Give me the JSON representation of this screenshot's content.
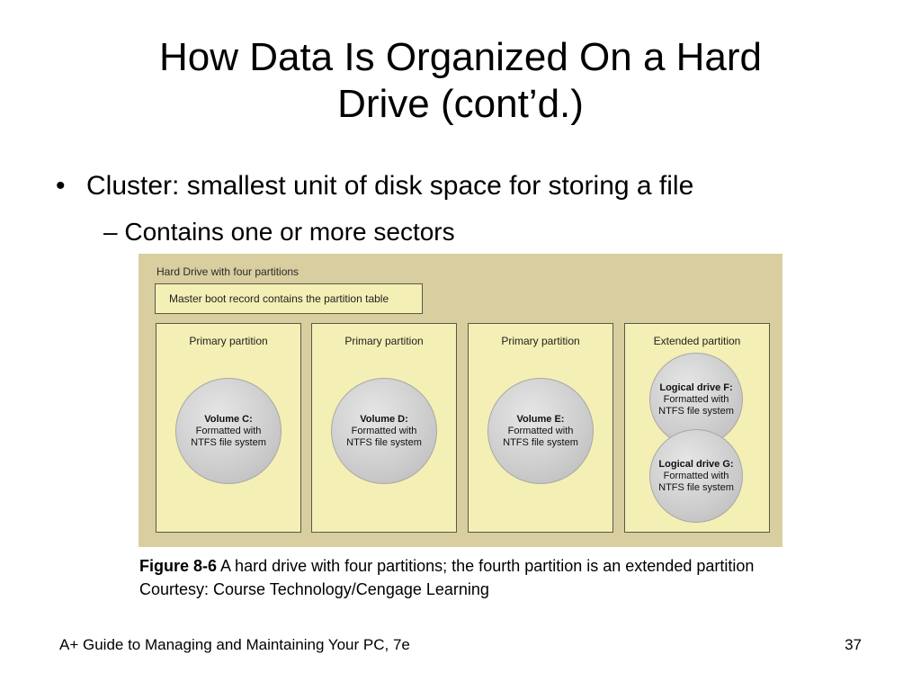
{
  "slide": {
    "title_line1": "How Data Is Organized On a Hard",
    "title_line2": "Drive (cont’d.)",
    "bullet_marker": "•",
    "bullet": "Cluster: smallest unit of disk space for storing a file",
    "sub_bullet": "– Contains one or more sectors"
  },
  "figure": {
    "title": "Hard Drive with four partitions",
    "mbr": "Master boot record contains the partition table",
    "partitions": [
      {
        "label": "Primary partition",
        "volume_name": "Volume C:",
        "volume_desc1": "Formatted with",
        "volume_desc2": "NTFS file system"
      },
      {
        "label": "Primary partition",
        "volume_name": "Volume D:",
        "volume_desc1": "Formatted with",
        "volume_desc2": "NTFS file system"
      },
      {
        "label": "Primary partition",
        "volume_name": "Volume E:",
        "volume_desc1": "Formatted with",
        "volume_desc2": "NTFS file system"
      },
      {
        "label": "Extended partition",
        "drives": [
          {
            "volume_name": "Logical drive F:",
            "volume_desc1": "Formatted with",
            "volume_desc2": "NTFS file system"
          },
          {
            "volume_name": "Logical drive G:",
            "volume_desc1": "Formatted with",
            "volume_desc2": "NTFS file system"
          }
        ]
      }
    ],
    "colors": {
      "background": "#d8ce9f",
      "box_fill": "#f4efb4",
      "disk_fill": "#cccccc"
    }
  },
  "caption": {
    "figure_label": "Figure 8-6",
    "text": " A hard drive with four partitions; the fourth partition is an extended partition",
    "courtesy": "Courtesy: Course Technology/Cengage Learning"
  },
  "footer": {
    "book": "A+ Guide to Managing and Maintaining Your PC, 7e",
    "page": "37"
  }
}
